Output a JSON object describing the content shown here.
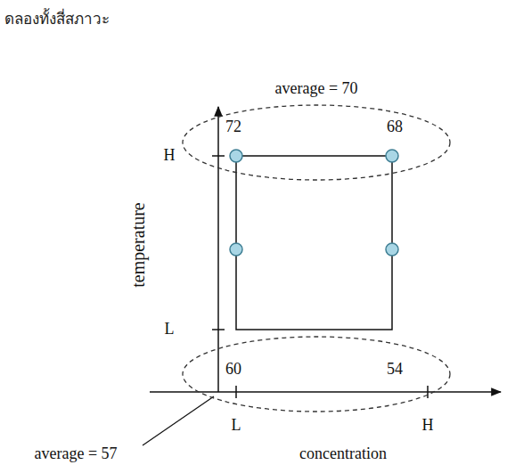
{
  "diagram": {
    "nodes": [
      {
        "text": [
          "average = 70",
          "72",
          "68"
        ]
      },
      {
        "text": [
          "60",
          "54"
        ]
      }
    ],
    "labels": [
      "ดลองทั้งสี่สภาวะ",
      "temperature",
      "H",
      "L",
      "L",
      "H",
      "concentration",
      "average = 57"
    ]
  }
}
